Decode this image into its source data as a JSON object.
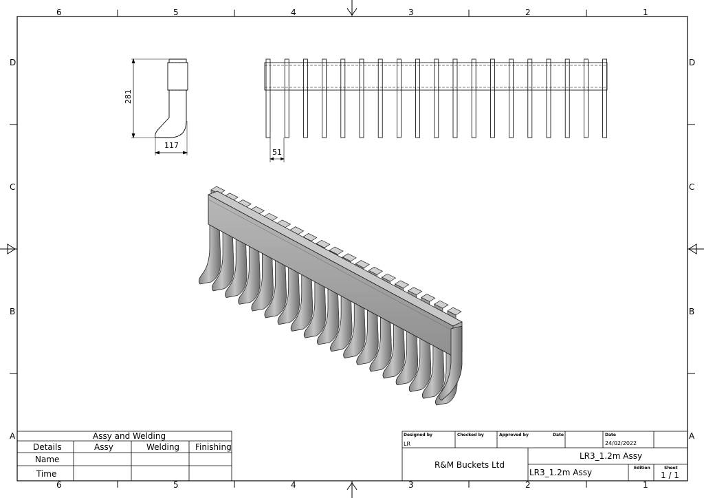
{
  "frame": {
    "top_columns": [
      "6",
      "5",
      "4",
      "3",
      "2",
      "1"
    ],
    "bottom_columns": [
      "6",
      "5",
      "4",
      "3",
      "2",
      "1"
    ],
    "left_rows": [
      "D",
      "C",
      "B",
      "A"
    ],
    "right_rows": [
      "D",
      "C",
      "B",
      "A"
    ]
  },
  "dimensions": {
    "height": "281",
    "width": "117",
    "tine_width": "51"
  },
  "process_table": {
    "title": "Assy and Welding",
    "headers": [
      "Details",
      "Assy",
      "Welding",
      "Finishing"
    ],
    "rows": [
      "Name",
      "Time"
    ]
  },
  "title_block": {
    "designed_by_label": "Designed by",
    "designed_by": "LR",
    "checked_by_label": "Checked by",
    "approved_by_label": "Approved by",
    "date_label_1": "Date",
    "date_label_2": "Date",
    "date": "24/02/2022",
    "company": "R&M Buckets Ltd",
    "title": "LR3_1.2m Assy",
    "drawing_name": "LR3_1.2m Assy",
    "edition_label": "Edition",
    "sheet_label": "Sheet",
    "sheet": "1 / 1"
  }
}
